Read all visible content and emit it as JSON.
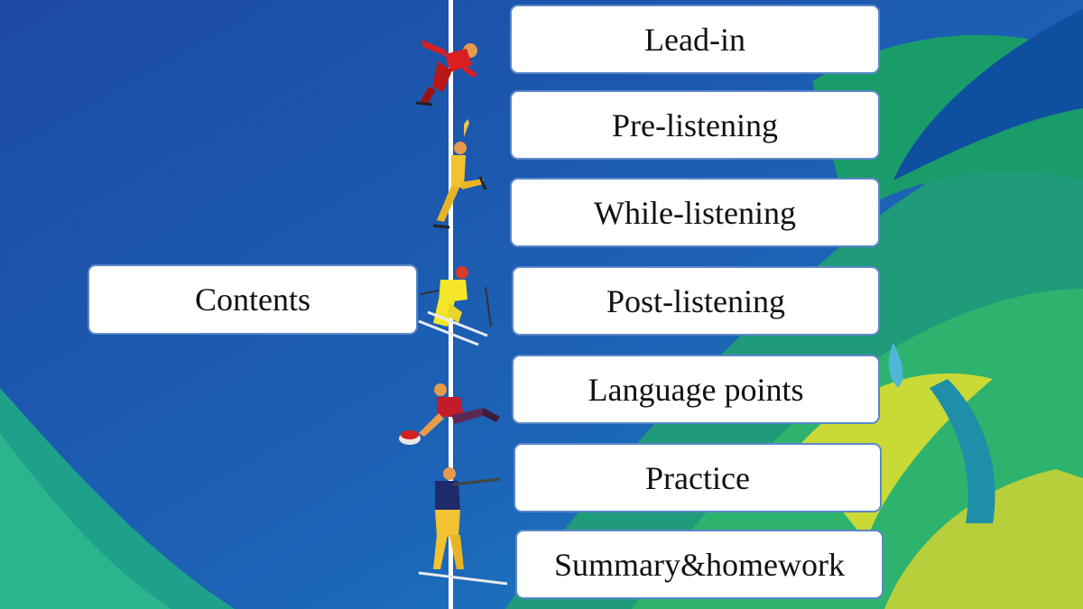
{
  "contents_label": "Contents",
  "items": [
    "Lead-in",
    "Pre-listening",
    "While-listening",
    "Post-listening",
    "Language points",
    "Practice",
    "Summary&homework"
  ],
  "colors": {
    "background_blue": "#1a4fa8",
    "accent_green": "#1fa36b",
    "accent_yellow": "#c9d936",
    "box_border": "#5b87c9"
  },
  "icons": [
    "speed-skater-icon",
    "figure-skater-icon",
    "alpine-skier-icon",
    "curler-icon",
    "biathlete-icon"
  ]
}
